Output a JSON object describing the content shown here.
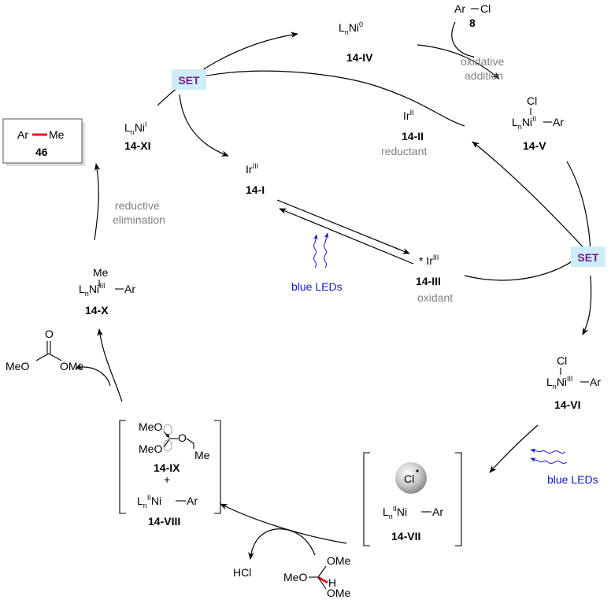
{
  "labels": {
    "ni0_species": "LnNi0",
    "ni0_id": "14-IV",
    "arcl": "Ar–Cl",
    "arcl_id": "8",
    "oxidative_addition_line1": "oxidative",
    "oxidative_addition_line2": "addition",
    "irII": "IrII",
    "irII_id": "14-II",
    "reductant": "reductant",
    "niII_cl_id": "14-V",
    "niI_species": "LnNiI",
    "niI_id": "14-XI",
    "product": "Ar–Me",
    "product_id": "46",
    "irIII": "IrIII",
    "irIII_id": "14-I",
    "reductive_elimination_line1": "reductive",
    "reductive_elimination_line2": "elimination",
    "blue_leds_left": "blue LEDs",
    "irIII_excited": "* IrIII",
    "irIII_excited_id": "14-III",
    "oxidant": "oxidant",
    "niIII_me_id": "14-X",
    "dmc": "MeOC(O)OMe",
    "niIII_cl_id": "14-VI",
    "blue_leds_right": "blue LEDs",
    "radical_id": "14-IX",
    "plus": "+",
    "niII_ar_left_id": "14-VIII",
    "cl_radical": "Cl•",
    "niII_ar_right_id": "14-VII",
    "hcl": "HCl",
    "trimethoxymethane": "HC(OMe)3",
    "set": "SET"
  },
  "colors": {
    "set_box": "#cdeef8",
    "set_text": "#7a1a8c",
    "highlight_bond": "#e8141a",
    "blue": "#1414d2",
    "grey_text": "#808080"
  }
}
